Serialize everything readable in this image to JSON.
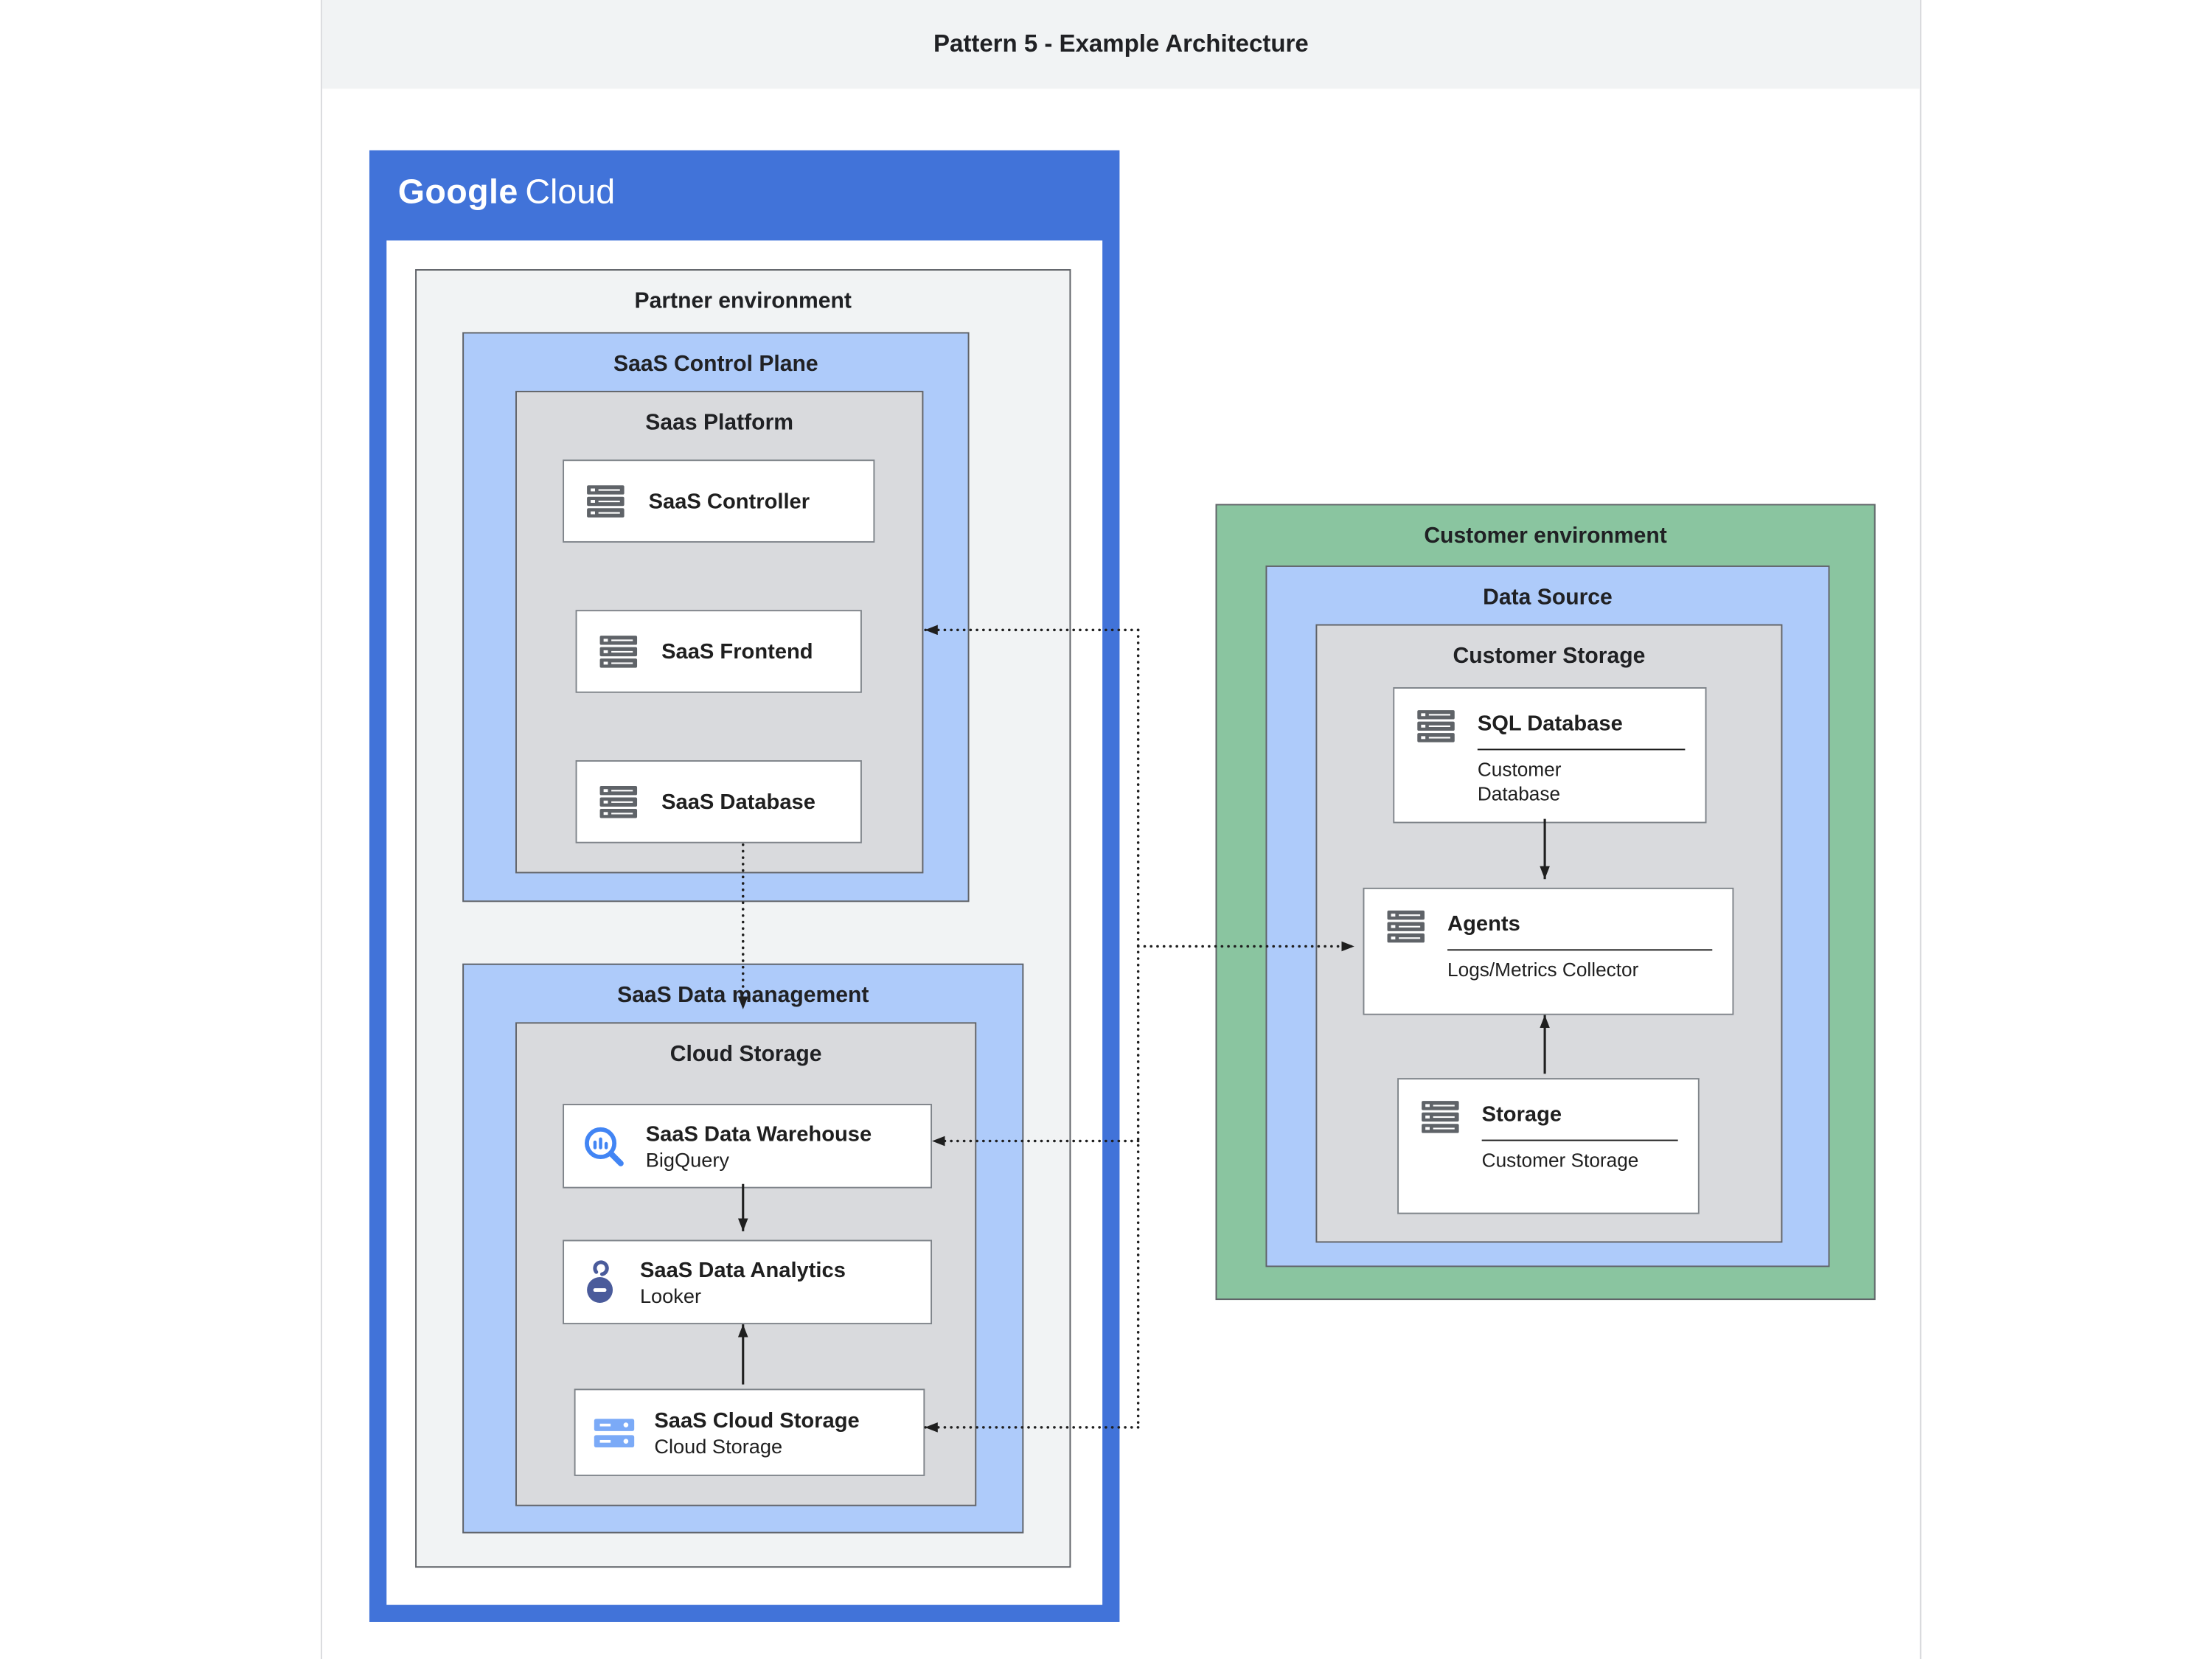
{
  "page": {
    "title": "Pattern 5 - Example Architecture"
  },
  "google_cloud": {
    "logo": {
      "google": "Google",
      "cloud": "Cloud"
    },
    "partner_environment": {
      "label": "Partner environment",
      "saas_control_plane": {
        "label": "SaaS Control Plane",
        "saas_platform": {
          "label": "Saas Platform",
          "cards": [
            {
              "title": "SaaS Controller",
              "icon": "server-icon"
            },
            {
              "title": "SaaS Frontend",
              "icon": "server-icon"
            },
            {
              "title": "SaaS Database",
              "icon": "server-icon"
            }
          ]
        }
      },
      "saas_data_management": {
        "label": "SaaS Data management",
        "cloud_storage": {
          "label": "Cloud Storage",
          "cards": [
            {
              "title": "SaaS Data Warehouse",
              "subtitle": "BigQuery",
              "icon": "bigquery-icon"
            },
            {
              "title": "SaaS Data Analytics",
              "subtitle": "Looker",
              "icon": "looker-icon"
            },
            {
              "title": "SaaS Cloud Storage",
              "subtitle": "Cloud Storage",
              "icon": "cloud-storage-icon"
            }
          ]
        }
      }
    }
  },
  "customer_environment": {
    "label": "Customer environment",
    "data_source": {
      "label": "Data Source",
      "customer_storage": {
        "label": "Customer Storage",
        "cards": [
          {
            "title": "SQL Database",
            "subtitle": "Customer Database",
            "icon": "server-icon"
          },
          {
            "title": "Agents",
            "subtitle": "Logs/Metrics Collector",
            "icon": "server-icon"
          },
          {
            "title": "Storage",
            "subtitle": "Customer Storage",
            "icon": "server-icon"
          }
        ]
      }
    }
  },
  "colors": {
    "google_blue": "#4173d9",
    "light_blue": "#aecbfa",
    "box_gray": "#d9dadd",
    "panel_gray": "#f1f3f4",
    "customer_green": "#8ac5a0",
    "icon_gray": "#5f6368",
    "icon_blue": "#4285f4"
  }
}
